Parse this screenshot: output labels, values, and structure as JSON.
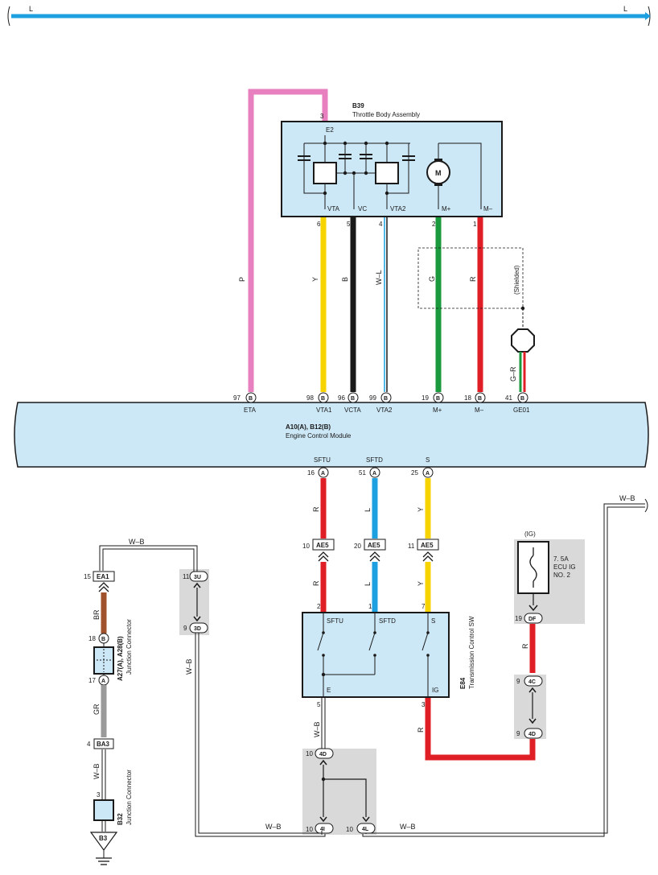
{
  "top_bus": {
    "left_label": "L",
    "right_label": "L",
    "color": "#1ca0e0"
  },
  "throttle": {
    "ref": "B39",
    "name": "Throttle Body Assembly",
    "e2_pin": "3",
    "e2_label": "E2",
    "pins": {
      "vta": "VTA",
      "vc": "VC",
      "vta2": "VTA2",
      "mplus": "M+",
      "mminus": "M–"
    },
    "pin_numbers": [
      "6",
      "5",
      "4",
      "2",
      "1"
    ],
    "motor": "M"
  },
  "wire_colors": {
    "p": "P",
    "y": "Y",
    "b": "B",
    "wl": "W–L",
    "g": "G",
    "r": "R",
    "gr_shield": "G–R",
    "shielded": "(Shielded)"
  },
  "ecm": {
    "ref": "A10(A), B12(B)",
    "name": "Engine Control Module",
    "top_pins": [
      {
        "num": "97",
        "conn": "B",
        "label": "ETA"
      },
      {
        "num": "98",
        "conn": "B",
        "label": "VTA1"
      },
      {
        "num": "96",
        "conn": "B",
        "label": "VCTA"
      },
      {
        "num": "99",
        "conn": "B",
        "label": "VTA2"
      },
      {
        "num": "19",
        "conn": "B",
        "label": "M+"
      },
      {
        "num": "18",
        "conn": "B",
        "label": "M–"
      },
      {
        "num": "41",
        "conn": "B",
        "label": "GE01"
      }
    ],
    "bottom_pins": [
      {
        "num": "16",
        "conn": "A",
        "label": "SFTU"
      },
      {
        "num": "51",
        "conn": "A",
        "label": "SFTD"
      },
      {
        "num": "25",
        "conn": "A",
        "label": "S"
      }
    ]
  },
  "mid_wires": {
    "r": "R",
    "l": "L",
    "y": "Y"
  },
  "ae5": [
    {
      "num": "10",
      "label": "AE5"
    },
    {
      "num": "20",
      "label": "AE5"
    },
    {
      "num": "11",
      "label": "AE5"
    }
  ],
  "tcs": {
    "ref": "E84",
    "name": "Transmission Control SW",
    "top_pins": [
      "2",
      "1",
      "7"
    ],
    "labels": {
      "sftu": "SFTU",
      "sftd": "SFTD",
      "s": "S",
      "e": "E",
      "ig": "IG"
    },
    "bottom_pins": [
      "5",
      "3"
    ]
  },
  "left": {
    "wb_top": "W–B",
    "ea1": {
      "num": "15",
      "label": "EA1"
    },
    "br": "BR",
    "junction": {
      "ref": "A27(A), A28(B)",
      "name": "Junction Connector",
      "pin_b": "18",
      "pin_a": "17",
      "conn_b": "B",
      "conn_a": "A"
    },
    "gr": "GR",
    "ba3": {
      "num": "4",
      "label": "BA3"
    },
    "wb": "W–B",
    "b32": {
      "ref": "B32",
      "name": "Junction Connector",
      "pin": "3"
    },
    "ground": "B3"
  },
  "splice_3u": {
    "num": "11",
    "label": "3U"
  },
  "splice_3d": {
    "num": "9",
    "label": "3D"
  },
  "wb_vertical": "W–B",
  "splice_4d": {
    "num": "10",
    "label": "4D"
  },
  "splice_4i": {
    "num": "10",
    "label": "4I"
  },
  "splice_4l": {
    "num": "10",
    "label": "4L"
  },
  "bottom_wb_left": "W–B",
  "bottom_wb_right": "W–B",
  "wb_tcs": "W–B",
  "r_ig": "R",
  "fuse": {
    "ig": "(IG)",
    "rating": "7. 5A",
    "name1": "ECU IG",
    "name2": "NO. 2"
  },
  "df": {
    "num": "19",
    "label": "DF"
  },
  "r_fuse": "R",
  "splice_4c": {
    "num": "9",
    "label": "4C"
  },
  "splice_4d2": {
    "num": "9",
    "label": "4D"
  },
  "wb_right_top": "W–B"
}
